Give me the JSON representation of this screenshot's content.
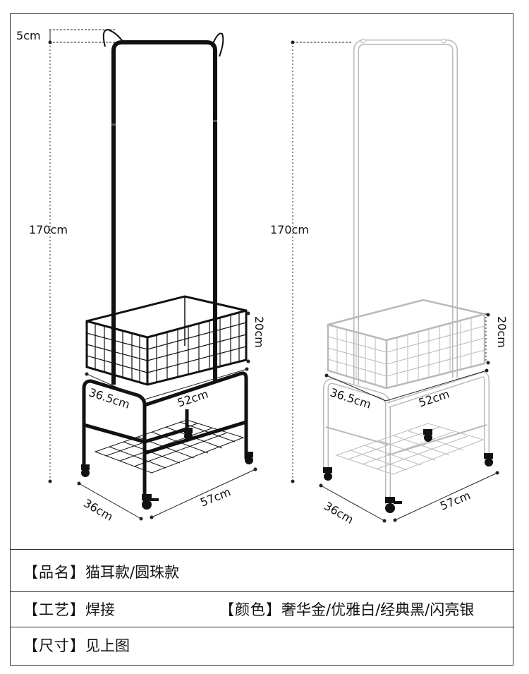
{
  "dimensions": {
    "ear_height": "5cm",
    "height_left": "170cm",
    "height_right": "170cm",
    "basket_height_left": "20cm",
    "basket_height_right": "20cm",
    "basket_depth_left": "36.5cm",
    "basket_width_left": "52cm",
    "basket_depth_right": "36.5cm",
    "basket_width_right": "52cm",
    "base_depth_left": "36cm",
    "base_width_left": "57cm",
    "base_depth_right": "36cm",
    "base_width_right": "57cm"
  },
  "colors": {
    "black_rack": "#111111",
    "white_rack": "#ffffff",
    "white_outline": "#b9b9b9",
    "dim_line": "#222222"
  },
  "specs": {
    "name_key": "【品名】",
    "name_value": "猫耳款/圆珠款",
    "craft_key": "【工艺】",
    "craft_value": "焊接",
    "color_key": "【颜色】",
    "color_value": "奢华金/优雅白/经典黑/闪亮银",
    "size_key": "【尺寸】",
    "size_value": "见上图"
  }
}
